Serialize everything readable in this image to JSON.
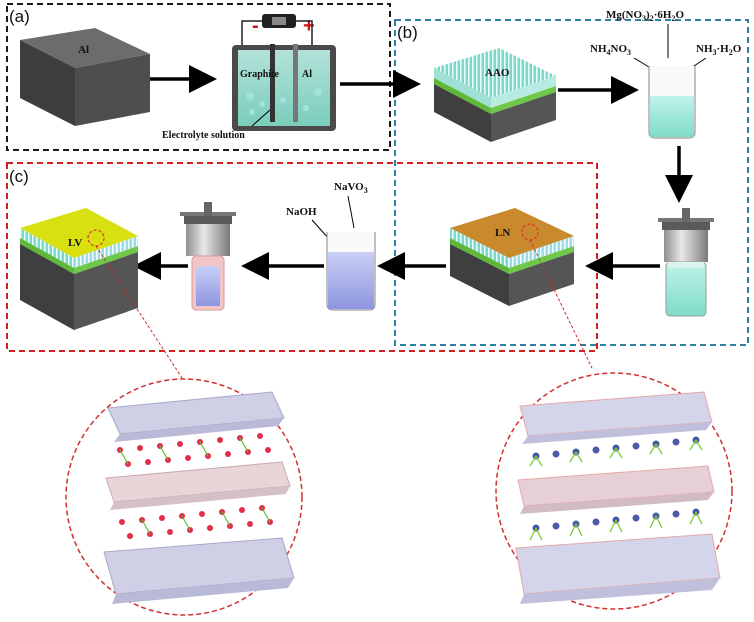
{
  "panels": {
    "a": "(a)",
    "b": "(b)",
    "c": "(c)"
  },
  "panel_a": {
    "block_label": "Al",
    "battery_minus": "-",
    "battery_plus": "+",
    "electrode_left": "Graphite",
    "electrode_right": "Al",
    "electrolyte": "Electrolyte solution"
  },
  "panel_b": {
    "aao_label": "AAO",
    "reagent_top_prefix": "Mg(NO",
    "reagent_top_sub1": "3",
    "reagent_top_mid": ")",
    "reagent_top_sub2": "2",
    "reagent_top_suffix": "·6H",
    "reagent_top_sub3": "2",
    "reagent_top_end": "O",
    "reagent_left_prefix": "NH",
    "reagent_left_sub1": "4",
    "reagent_left_mid": "NO",
    "reagent_left_sub2": "3",
    "reagent_right_prefix": "NH",
    "reagent_right_sub1": "3",
    "reagent_right_mid": "·H",
    "reagent_right_sub2": "2",
    "reagent_right_end": "O",
    "ln_label": "LN"
  },
  "panel_c": {
    "lv_label": "LV",
    "naoh": "NaOH",
    "navo3_prefix": "NaVO",
    "navo3_sub": "3"
  },
  "colors": {
    "panel_a_border": "#1a1a1a",
    "panel_b_border": "#2f7fa0",
    "panel_c_border": "#d02020",
    "zoom_circle": "#d03030",
    "aao_top": "#6fd2c4",
    "ln_top": "#c98a2e",
    "lv_top": "#d8e010",
    "green_layer": "#5fb83a",
    "block_grey": "#555555"
  }
}
